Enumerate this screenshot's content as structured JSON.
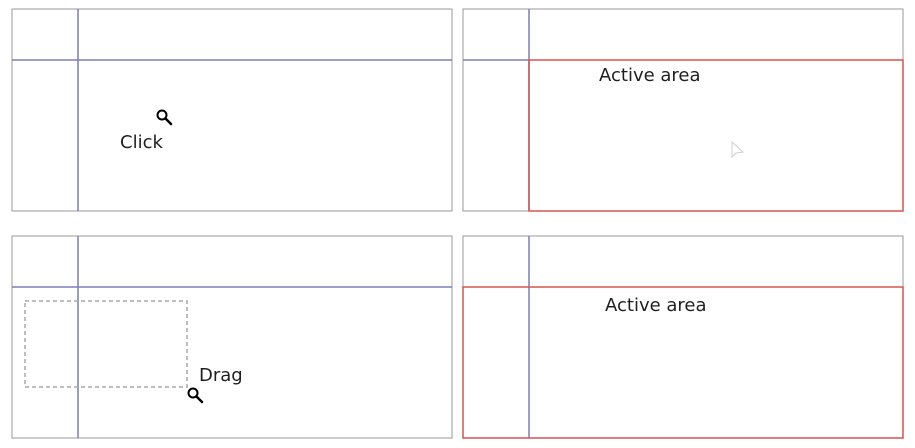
{
  "panels": [
    {
      "label": "Click",
      "cursor": "magnifier-icon"
    },
    {
      "label": "Active area",
      "cursor": "arrow-pointer-icon"
    },
    {
      "label": "Drag",
      "cursor": "magnifier-icon"
    },
    {
      "label": "Active area",
      "cursor": null
    }
  ],
  "colors": {
    "frame": "#9a9a9a",
    "split_line": "#7c7fb8",
    "active_outline": "#d9534f",
    "drag_rect": "#a9a9a9",
    "text": "#1f1f1f"
  }
}
